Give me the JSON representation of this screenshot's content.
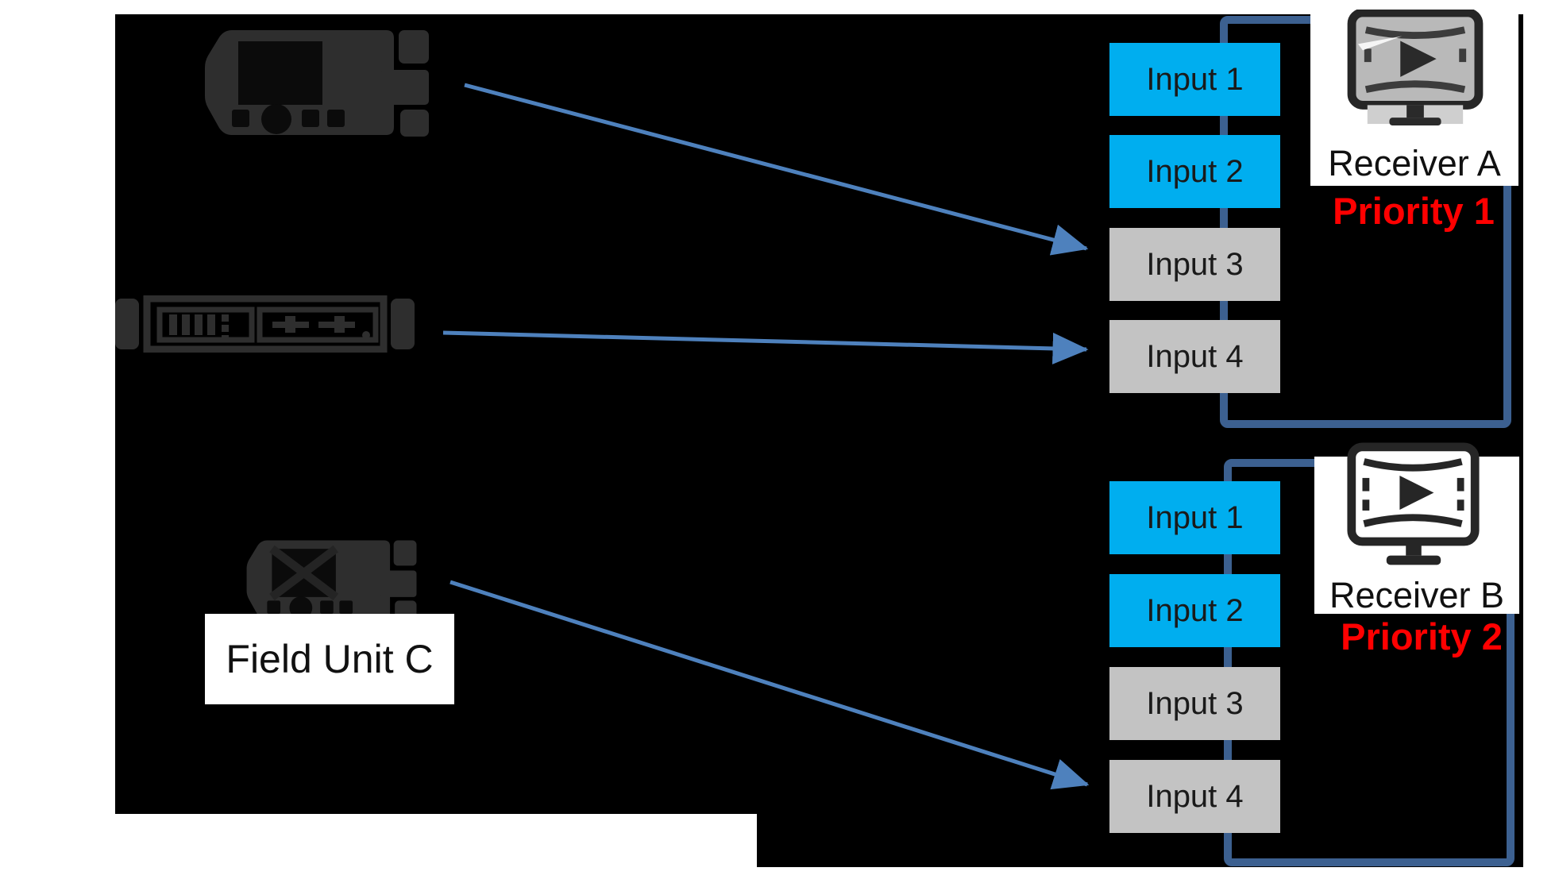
{
  "colors": {
    "page_bg": "#ffffff",
    "canvas_bg": "#000000",
    "input_active": "#00AEEF",
    "input_inactive": "#C3C3C3",
    "chain_line": "#3C6090",
    "arrow": "#4E81BD",
    "priority_text": "#FF0000",
    "label_text": "#111111",
    "device_icon": "#2E2E2E",
    "device_cutout": "#0B0B0B",
    "receiver_icon": "#262626",
    "receiver_a_screen": "#B9B9B9"
  },
  "receivers": [
    {
      "label": "Receiver A",
      "priority": "Priority 1",
      "icon": "video-monitor-play-icon",
      "inputs": [
        {
          "label": "Input 1",
          "state": "active"
        },
        {
          "label": "Input 2",
          "state": "active"
        },
        {
          "label": "Input 3",
          "state": "inactive"
        },
        {
          "label": "Input 4",
          "state": "inactive"
        }
      ]
    },
    {
      "label": "Receiver B",
      "priority": "Priority 2",
      "icon": "video-monitor-play-icon",
      "inputs": [
        {
          "label": "Input 1",
          "state": "active"
        },
        {
          "label": "Input 2",
          "state": "active"
        },
        {
          "label": "Input 3",
          "state": "inactive"
        },
        {
          "label": "Input 4",
          "state": "inactive"
        }
      ]
    }
  ],
  "field_units": [
    {
      "id": "field-unit-top",
      "icon": "portable-transmitter-icon",
      "label": ""
    },
    {
      "id": "rack-unit",
      "icon": "rack-receiver-icon",
      "label": ""
    },
    {
      "id": "field-unit-c",
      "icon": "portable-transmitter-icon",
      "label": "Field Unit C"
    }
  ],
  "connections": [
    {
      "from": "field-unit-top",
      "to": "receiver-a-input-3"
    },
    {
      "from": "rack-unit",
      "to": "receiver-a-input-4"
    },
    {
      "from": "field-unit-c",
      "to": "receiver-b-input-4"
    }
  ]
}
